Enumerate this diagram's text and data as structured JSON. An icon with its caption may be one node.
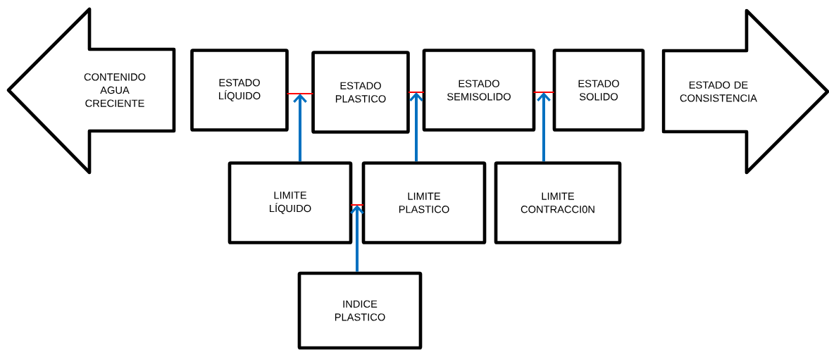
{
  "diagram": {
    "nodes": [
      {
        "text": [
          "CONTENIDO AGUA CRECIENTE"
        ]
      },
      {
        "text": [
          "ESTADO LÍQUIDO"
        ]
      },
      {
        "text": [
          "ESTADO PLASTICO"
        ]
      },
      {
        "text": [
          "ESTADO SEMISOLIDO"
        ]
      },
      {
        "text": [
          "ESTADO SOLIDO"
        ]
      },
      {
        "text": [
          "ESTADO DE CONSISTENCIA"
        ]
      },
      {
        "text": [
          "LIMITE LÍQUIDO"
        ]
      },
      {
        "text": [
          "LIMITE PLASTICO"
        ]
      },
      {
        "text": [
          "LIMITE CONTRACCI0N"
        ]
      },
      {
        "text": [
          "INDICE PLASTICO"
        ]
      },
      {
        "text": [],
        "shape": "bar"
      },
      {
        "text": [],
        "shape": "bar"
      },
      {
        "text": [],
        "shape": "bar"
      },
      {
        "text": [],
        "shape": "bar"
      }
    ],
    "edges": [
      {
        "from": 6,
        "to": 10,
        "arrow": "to"
      },
      {
        "from": 7,
        "to": 11,
        "arrow": "to"
      },
      {
        "from": 8,
        "to": 12,
        "arrow": "to"
      },
      {
        "from": 9,
        "to": 13,
        "arrow": "to"
      }
    ]
  }
}
